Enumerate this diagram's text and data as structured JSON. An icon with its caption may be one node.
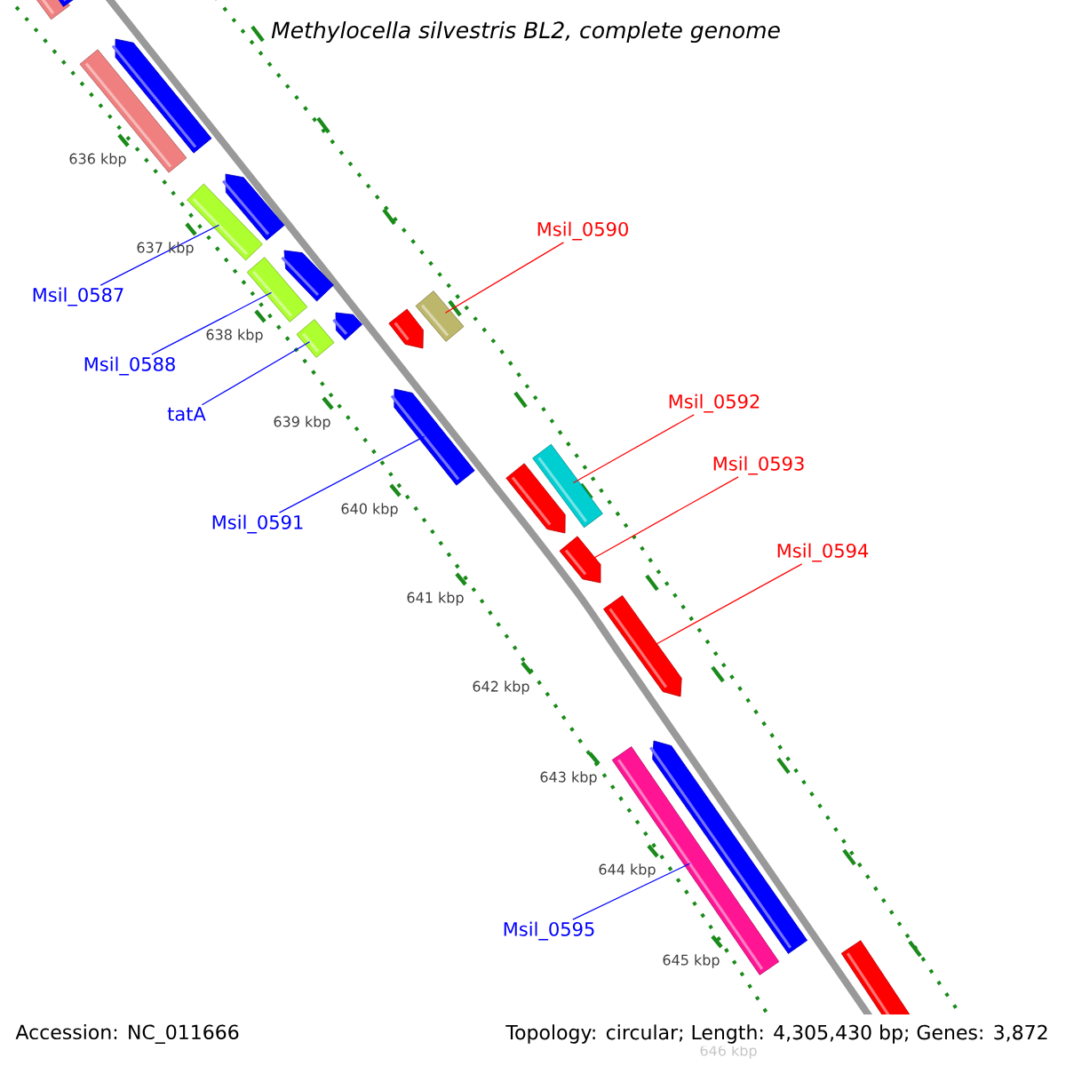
{
  "diagram": {
    "title": "*Methylocella silvestris* BL2, complete genome",
    "nodes": [
      {
        "text": [],
        "shape": "bar"
      },
      {
        "text": [],
        "shape": "arrow"
      },
      {
        "text": [],
        "shape": "arrow"
      },
      {
        "text": [],
        "shape": "bar"
      },
      {
        "text": [],
        "shape": "arrow"
      },
      {
        "text": [],
        "shape": "bar"
      },
      {
        "text": [],
        "shape": "arrow"
      },
      {
        "text": [],
        "shape": "bar"
      },
      {
        "text": [],
        "shape": "arrow"
      },
      {
        "text": [],
        "shape": "bar"
      },
      {
        "text": [],
        "shape": "arrow"
      },
      {
        "text": [],
        "shape": "bar"
      },
      {
        "text": [],
        "shape": "arrow"
      },
      {
        "text": [],
        "shape": "bar"
      },
      {
        "text": [],
        "shape": "arrow"
      },
      {
        "text": [],
        "shape": "arrow"
      },
      {
        "text": [],
        "shape": "arrow"
      },
      {
        "text": [],
        "shape": "arrow"
      },
      {
        "text": [],
        "shape": "bar"
      },
      {
        "text": [],
        "shape": "bar"
      },
      {
        "text": [
          "Msil_0590"
        ]
      },
      {
        "text": [
          "Msil_0587"
        ]
      },
      {
        "text": [
          "Msil_0588"
        ]
      },
      {
        "text": [
          "Msil_0592"
        ]
      },
      {
        "text": [
          "tatA"
        ]
      },
      {
        "text": [
          "Msil_0593"
        ]
      },
      {
        "text": [
          "Msil_0591"
        ]
      },
      {
        "text": [
          "Msil_0594"
        ]
      },
      {
        "text": [
          "Msil_0595"
        ]
      }
    ],
    "edges": [
      {
        "from": 20,
        "to": 11,
        "arrow": "none",
        "color": "#ff0000"
      },
      {
        "from": 21,
        "to": 5,
        "arrow": "none"
      },
      {
        "from": 22,
        "to": 7,
        "arrow": "none"
      },
      {
        "from": 23,
        "to": 13,
        "arrow": "none",
        "color": "#ff0000"
      },
      {
        "from": 24,
        "to": 9,
        "arrow": "none"
      },
      {
        "from": 25,
        "to": 15,
        "arrow": "none",
        "color": "#ff0000"
      },
      {
        "from": 26,
        "to": 12,
        "arrow": "none"
      },
      {
        "from": 27,
        "to": 16,
        "arrow": "none",
        "color": "#ff0000"
      },
      {
        "from": 28,
        "to": 18,
        "arrow": "none"
      }
    ],
    "labels": [
      "636 kbp",
      "637 kbp",
      "638 kbp",
      "639 kbp",
      "640 kbp",
      "641 kbp",
      "642 kbp",
      "643 kbp",
      "644 kbp",
      "645 kbp",
      "646 kbp",
      "Accession: NC_011666",
      "Topology: circular; Length: 4,305,430 bp; Genes: 3,872"
    ]
  }
}
